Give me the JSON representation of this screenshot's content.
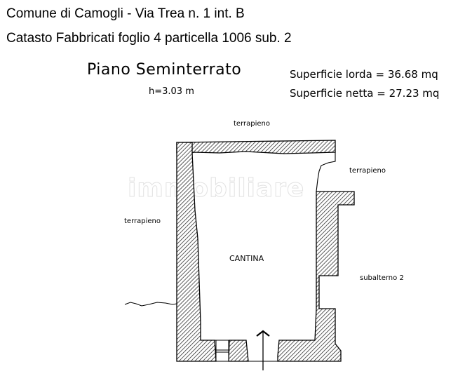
{
  "header": {
    "line1": "Comune di Camogli - Via Trea n. 1 int. B",
    "line2": "Catasto Fabbricati foglio 4 particella 1006 sub. 2"
  },
  "plan": {
    "title": "Piano Seminterrato",
    "height": "h=3.03 m",
    "superficie_lorda": "Superficie lorda = 36.68 mq",
    "superficie_netta": "Superficie netta = 27.23 mq"
  },
  "labels": {
    "terrapieno_top": "terrapieno",
    "terrapieno_right": "terrapieno",
    "terrapieno_left": "terrapieno",
    "room": "CANTINA",
    "neighbor": "subalterno 2"
  },
  "watermark": "immobiliare",
  "colors": {
    "wall_stroke": "#000000",
    "hatch": "#333333",
    "background": "#ffffff",
    "watermark": "#e2e2e2"
  }
}
